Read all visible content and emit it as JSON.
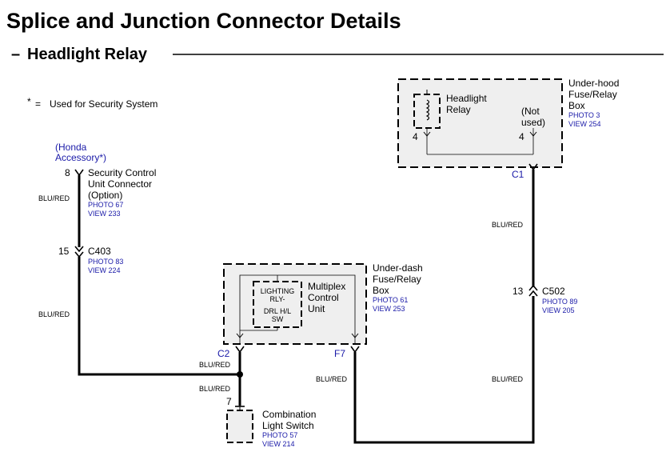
{
  "title": "Splice and Junction Connector Details",
  "subtitle": "Headlight Relay",
  "subtitle_dash": "–",
  "legend": {
    "star": "*",
    "eq": "=",
    "text": "Used for Security System"
  },
  "honda": {
    "line1": "(Honda",
    "line2": "Accessory*)"
  },
  "security_unit": {
    "pin": "8",
    "name1": "Security Control",
    "name2": "Unit Connector",
    "name3": "(Option)",
    "photo": "PHOTO 67",
    "view": "VIEW 233"
  },
  "c403": {
    "pin": "15",
    "name": "C403",
    "photo": "PHOTO 83",
    "view": "VIEW 224"
  },
  "underhood": {
    "name1": "Under-hood",
    "name2": "Fuse/Relay",
    "name3": "Box",
    "photo": "PHOTO 3",
    "view": "VIEW 254",
    "relay1": "Headlight",
    "relay2": "Relay",
    "notused1": "(Not",
    "notused2": "used)",
    "pin_left": "4",
    "pin_right": "4",
    "conn": "C1"
  },
  "underdash": {
    "name1": "Under-dash",
    "name2": "Fuse/Relay",
    "name3": "Box",
    "photo": "PHOTO 61",
    "view": "VIEW 253",
    "conn_left": "C2",
    "conn_right": "F7"
  },
  "multiplex": {
    "name1": "Multiplex",
    "name2": "Control",
    "name3": "Unit",
    "in1": "LIGHTING",
    "in2": "RLY-",
    "in3": "DRL H/L",
    "in4": "SW"
  },
  "c502": {
    "pin": "13",
    "name": "C502",
    "photo": "PHOTO 89",
    "view": "VIEW 205"
  },
  "combo": {
    "pin": "7",
    "name1": "Combination",
    "name2": "Light Switch",
    "photo": "PHOTO 57",
    "view": "VIEW 214"
  },
  "wires": {
    "w1": "BLU/RED",
    "w2": "BLU/RED",
    "w3": "BLU/RED",
    "w4": "BLU/RED",
    "w5": "BLU/RED",
    "w6": "BLU/RED",
    "w7": "BLU/RED"
  }
}
